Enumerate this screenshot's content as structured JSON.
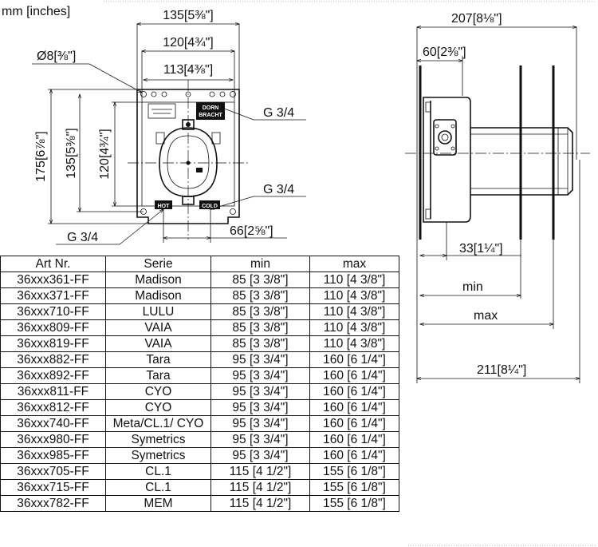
{
  "units_label": "mm [inches]",
  "front": {
    "dim_overall_width": "135[5⅜\"]",
    "dim_inner_width": "120[4¾\"]",
    "dim_hole_spacing": "113[4⅜\"]",
    "dim_hole_diameter": "Ø8[⅜\"]",
    "dim_overall_height": "175[6⅞\"]",
    "dim_mid_height": "135[5⅜\"]",
    "dim_inner_height": "120[4¾\"]",
    "thread_top": "G 3/4",
    "thread_right": "G 3/4",
    "thread_bottom": "G 3/4",
    "dim_port_spacing": "66[2⅝\"]",
    "label_hot": "HOT",
    "label_cold": "COLD",
    "brand_line1": "DORN",
    "brand_line2": "BRACHT"
  },
  "side": {
    "dim_depth": "207[8⅛\"]",
    "dim_flange": "60[2⅜\"]",
    "dim_min_offset": "33[1¼\"]",
    "label_min": "min",
    "label_max": "max",
    "dim_total": "211[8¼\"]"
  },
  "table": {
    "headers": [
      "Art Nr.",
      "Serie",
      "min",
      "max"
    ],
    "rows": [
      [
        "36xxx361-FF",
        "Madison",
        "85 [3 3/8\"]",
        "110 [4 3/8\"]"
      ],
      [
        "36xxx371-FF",
        "Madison",
        "85 [3 3/8\"]",
        "110 [4 3/8\"]"
      ],
      [
        "36xxx710-FF",
        "LULU",
        "85 [3 3/8\"]",
        "110 [4 3/8\"]"
      ],
      [
        "36xxx809-FF",
        "VAIA",
        "85 [3 3/8\"]",
        "110 [4 3/8\"]"
      ],
      [
        "36xxx819-FF",
        "VAIA",
        "85 [3 3/8\"]",
        "110 [4 3/8\"]"
      ],
      [
        "36xxx882-FF",
        "Tara",
        "95 [3 3/4\"]",
        "160 [6 1/4\"]"
      ],
      [
        "36xxx892-FF",
        "Tara",
        "95 [3 3/4\"]",
        "160 [6 1/4\"]"
      ],
      [
        "36xxx811-FF",
        "CYO",
        "95 [3 3/4\"]",
        "160 [6 1/4\"]"
      ],
      [
        "36xxx812-FF",
        "CYO",
        "95 [3 3/4\"]",
        "160 [6 1/4\"]"
      ],
      [
        "36xxx740-FF",
        "Meta/CL.1/ CYO",
        "95 [3 3/4\"]",
        "160 [6 1/4\"]"
      ],
      [
        "36xxx980-FF",
        "Symetrics",
        "95 [3 3/4\"]",
        "160 [6 1/4\"]"
      ],
      [
        "36xxx985-FF",
        "Symetrics",
        "95 [3 3/4\"]",
        "160 [6 1/4\"]"
      ],
      [
        "36xxx705-FF",
        "CL.1",
        "115 [4 1/2\"]",
        "155 [6 1/8\"]"
      ],
      [
        "36xxx715-FF",
        "CL.1",
        "115 [4 1/2\"]",
        "155 [6 1/8\"]"
      ],
      [
        "36xxx782-FF",
        "MEM",
        "115 [4 1/2\"]",
        "155 [6 1/8\"]"
      ]
    ]
  }
}
